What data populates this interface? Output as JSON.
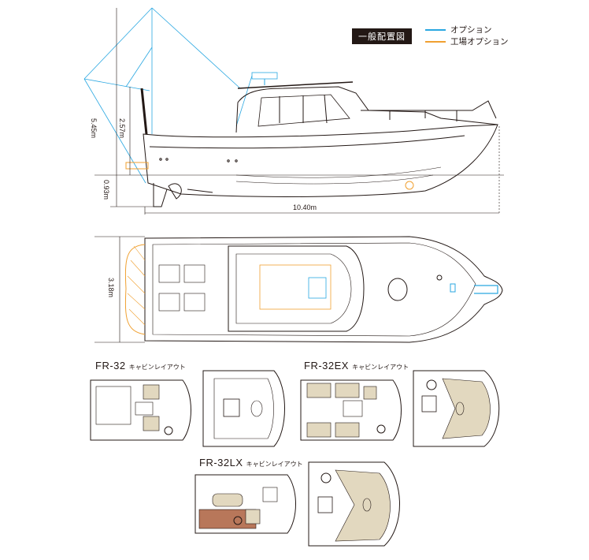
{
  "legend": {
    "badge": "一般配置図",
    "items": [
      {
        "label": "オプション",
        "color": "#29a7e1"
      },
      {
        "label": "工場オプション",
        "color": "#f0a030"
      }
    ]
  },
  "dimensions": {
    "mast_height": "5.45m",
    "cabin_height": "2.57m",
    "draft": "0.93m",
    "length": "10.40m",
    "beam": "3.18m"
  },
  "layouts": [
    {
      "model": "FR-32",
      "caption": "キャビンレイアウト"
    },
    {
      "model": "FR-32EX",
      "caption": "キャビンレイアウト"
    },
    {
      "model": "FR-32LX",
      "caption": "キャビンレイアウト"
    }
  ],
  "colors": {
    "line": "#231815",
    "option": "#29a7e1",
    "factory_option": "#f0a030",
    "upholstery": "#e2d8bf",
    "wood": "#b8775a"
  }
}
